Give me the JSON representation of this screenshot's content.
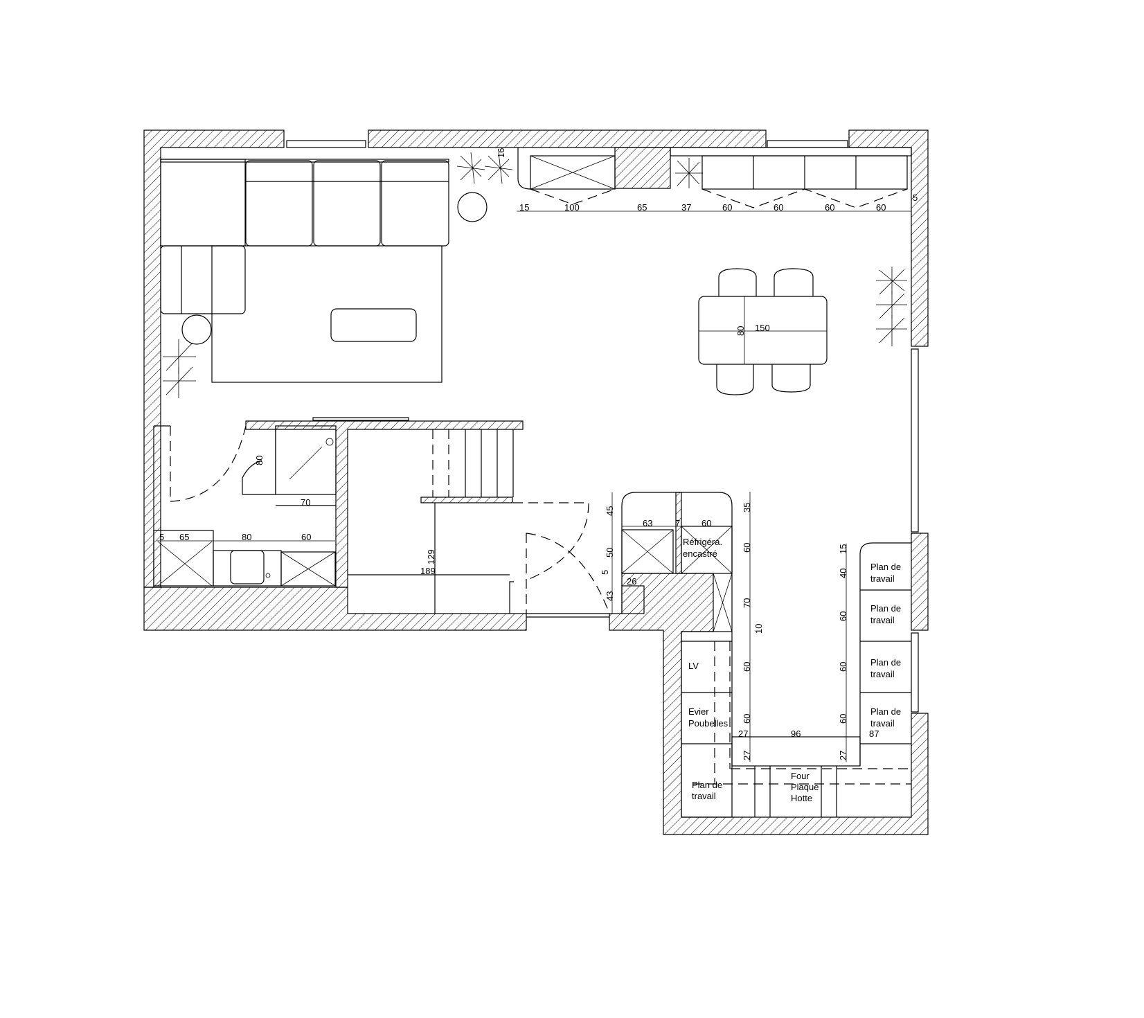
{
  "colors": {
    "line": "#000000",
    "background": "#ffffff"
  },
  "dimensions": {
    "top": [
      "15",
      "100",
      "65",
      "37",
      "60",
      "60",
      "60",
      "60",
      "5",
      "16"
    ],
    "table": {
      "width": "80",
      "length": "150"
    },
    "bathroom": {
      "door": "80",
      "shower": "70",
      "counter": [
        "5",
        "65",
        "80",
        "60"
      ]
    },
    "stairs": {
      "height": "129",
      "width": "189"
    },
    "kitchen_left": [
      "45",
      "50",
      "5",
      "43"
    ],
    "kitchen_top": [
      "63",
      "7",
      "60",
      "26"
    ],
    "kitchen_mid": [
      "35",
      "60",
      "70",
      "10",
      "60",
      "60",
      "27"
    ],
    "kitchen_right": [
      "15",
      "40",
      "60",
      "60",
      "60",
      "27"
    ],
    "kitchen_bottom": [
      "27",
      "96",
      "87"
    ]
  },
  "labels": {
    "fridge": [
      "Réfrigéra.",
      "encastré"
    ],
    "dishwasher": "LV",
    "sink": [
      "Evier",
      "Poubelles"
    ],
    "worktop": [
      "Plan de",
      "travail"
    ],
    "oven": [
      "Four",
      "Plaque",
      "Hotte"
    ]
  }
}
